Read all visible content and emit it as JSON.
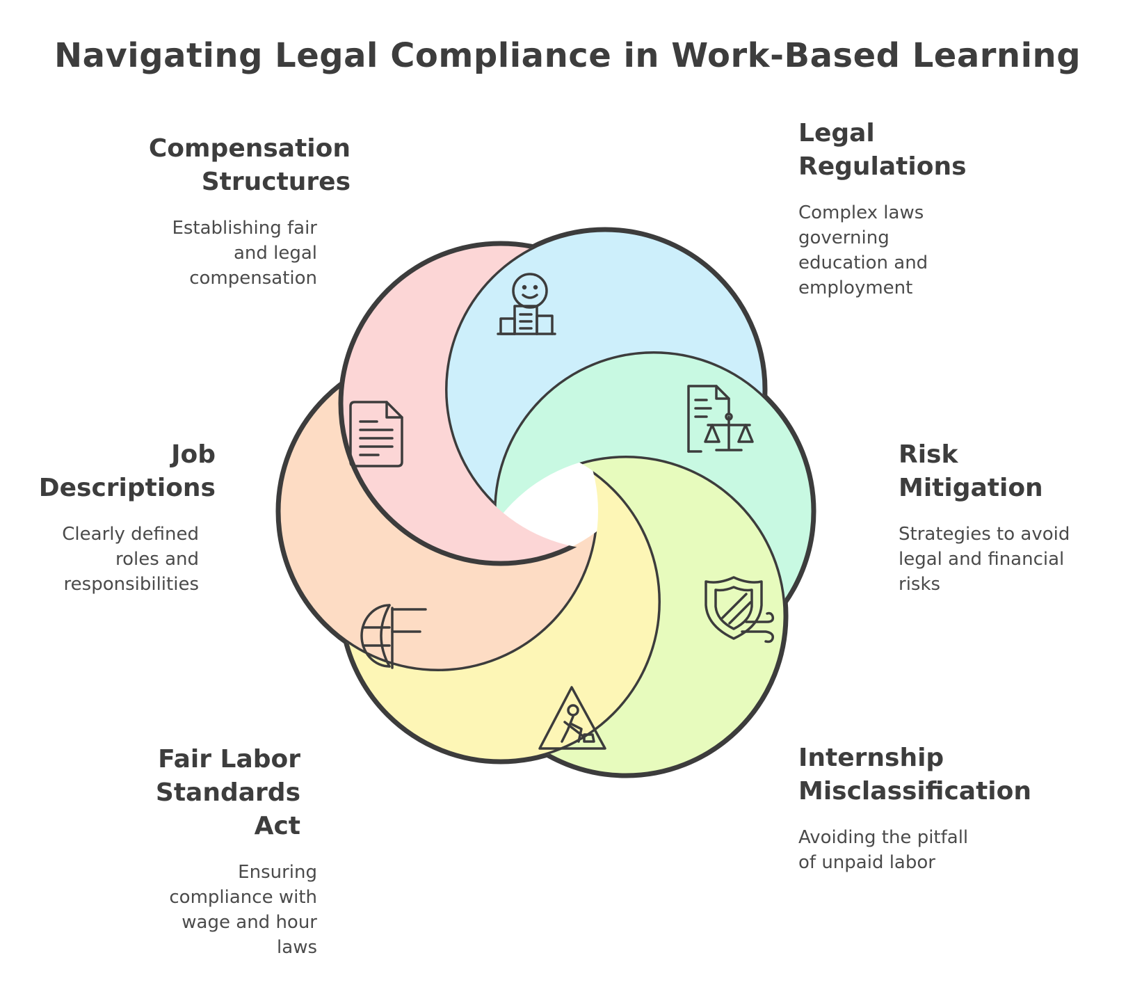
{
  "title": "Navigating Legal Compliance in Work-Based Learning",
  "colors": {
    "outline": "#3c3c3c",
    "compensation": "#fcd6d6",
    "legal": "#cdeffb",
    "risk": "#c8f9e2",
    "internship": "#e7fbbd",
    "fair_labor": "#fdf6b6",
    "job": "#fddcc4"
  },
  "segments": [
    {
      "key": "compensation",
      "heading": "Compensation\nStructures",
      "description": "Establishing fair\nand legal\ncompensation",
      "icon": "people-building-icon"
    },
    {
      "key": "legal",
      "heading": "Legal\nRegulations",
      "description": "Complex laws\ngoverning\neducation and\nemployment",
      "icon": "document-scales-icon"
    },
    {
      "key": "risk",
      "heading": "Risk\nMitigation",
      "description": "Strategies to avoid\nlegal and financial\nrisks",
      "icon": "shield-wind-icon"
    },
    {
      "key": "internship",
      "heading": "Internship\nMisclassification",
      "description": "Avoiding the pitfall\nof unpaid labor",
      "icon": "worker-warning-icon"
    },
    {
      "key": "fair_labor",
      "heading": "Fair Labor\nStandards\nAct",
      "description": "Ensuring\ncompliance with\nwage and hour\nlaws",
      "icon": "globe-flag-icon"
    },
    {
      "key": "job",
      "heading": "Job\nDescriptions",
      "description": "Clearly defined\nroles and\nresponsibilities",
      "icon": "document-icon"
    }
  ]
}
